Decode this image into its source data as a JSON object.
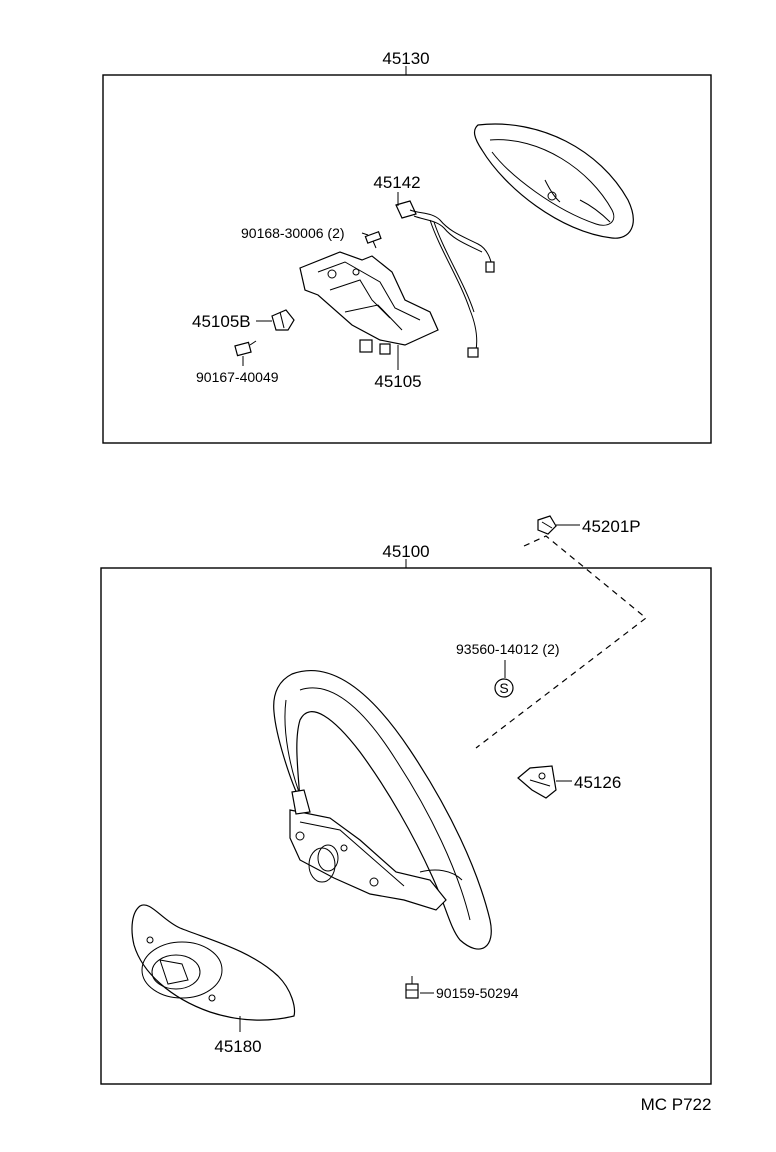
{
  "upper_group": {
    "assembly_number": "45130",
    "parts": {
      "pad_wire": "45142",
      "screw": "90168-30006 (2)",
      "bracket_left": "45105B",
      "bolt": "90167-40049",
      "inflator_bracket": "45105"
    }
  },
  "lower_group": {
    "assembly_number": "45100",
    "parts": {
      "emblem": "45201P",
      "screw_s": "93560-14012 (2)",
      "screw_symbol": "S",
      "clip": "45126",
      "bolt": "90159-50294",
      "lower_cover": "45180"
    }
  },
  "catalog_code": "MC P722"
}
